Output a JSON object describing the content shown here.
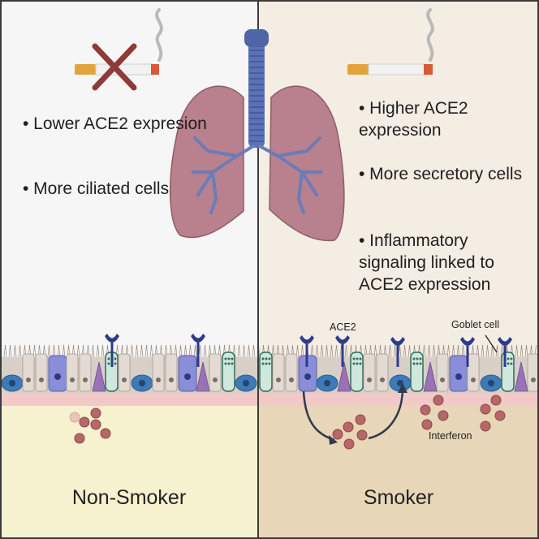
{
  "left_panel": {
    "bullets": [
      "• Lower ACE2 expresion",
      "• More ciliated cells"
    ],
    "label": "Non-Smoker",
    "colors": {
      "background": "#f6f6f6",
      "submucosa": "#f6f1cf"
    }
  },
  "right_panel": {
    "bullets": [
      "• Higher ACE2 expression",
      "• More secretory cells",
      "• Inflammatory signaling linked to ACE2 expression"
    ],
    "label": "Smoker",
    "colors": {
      "background": "#f4ede4",
      "submucosa": "#e8d6b8"
    }
  },
  "annotations": {
    "ace2": "ACE2",
    "goblet_cell": "Goblet cell",
    "interferon": "Interferon"
  },
  "icons": [
    "cigarette-crossed-icon",
    "cigarette-icon",
    "lungs-icon",
    "ace2-receptor-icon",
    "interferon-particle-icon"
  ],
  "colors": {
    "receptor": "#2d3b8c",
    "lung": "#b9808d",
    "airway": "#5b73b4",
    "cross": "#8e3b37",
    "interferon": "#b66768"
  }
}
